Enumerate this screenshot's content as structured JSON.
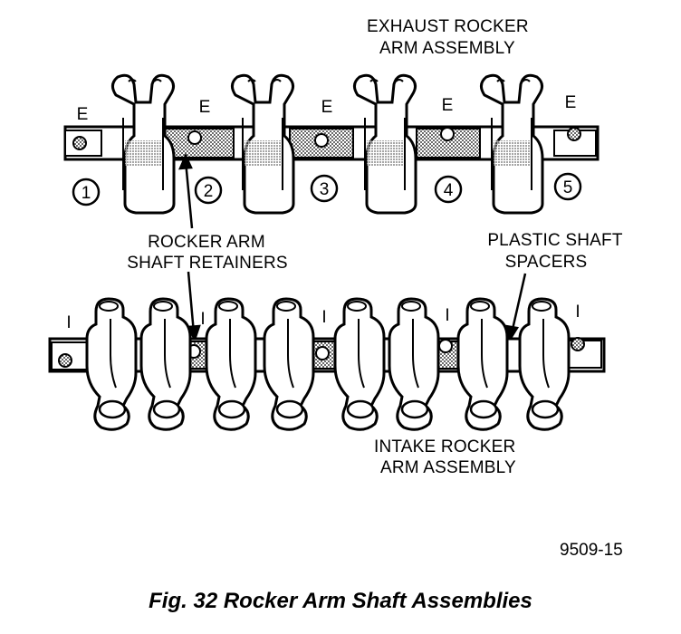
{
  "labels": {
    "exhaust_line1": "EXHAUST ROCKER",
    "exhaust_line2": "ARM ASSEMBLY",
    "retainers_line1": "ROCKER ARM",
    "retainers_line2": "SHAFT RETAINERS",
    "spacers_line1": "PLASTIC SHAFT",
    "spacers_line2": "SPACERS",
    "intake_line1": "INTAKE ROCKER",
    "intake_line2": "ARM ASSEMBLY"
  },
  "exhaust_markers": [
    "E",
    "E",
    "E",
    "E",
    "E"
  ],
  "intake_markers": [
    "I",
    "I",
    "I",
    "I",
    "I"
  ],
  "position_numbers": [
    "1",
    "2",
    "3",
    "4",
    "5"
  ],
  "figure_code": "9509-15",
  "caption": "Fig. 32 Rocker Arm Shaft Assemblies"
}
